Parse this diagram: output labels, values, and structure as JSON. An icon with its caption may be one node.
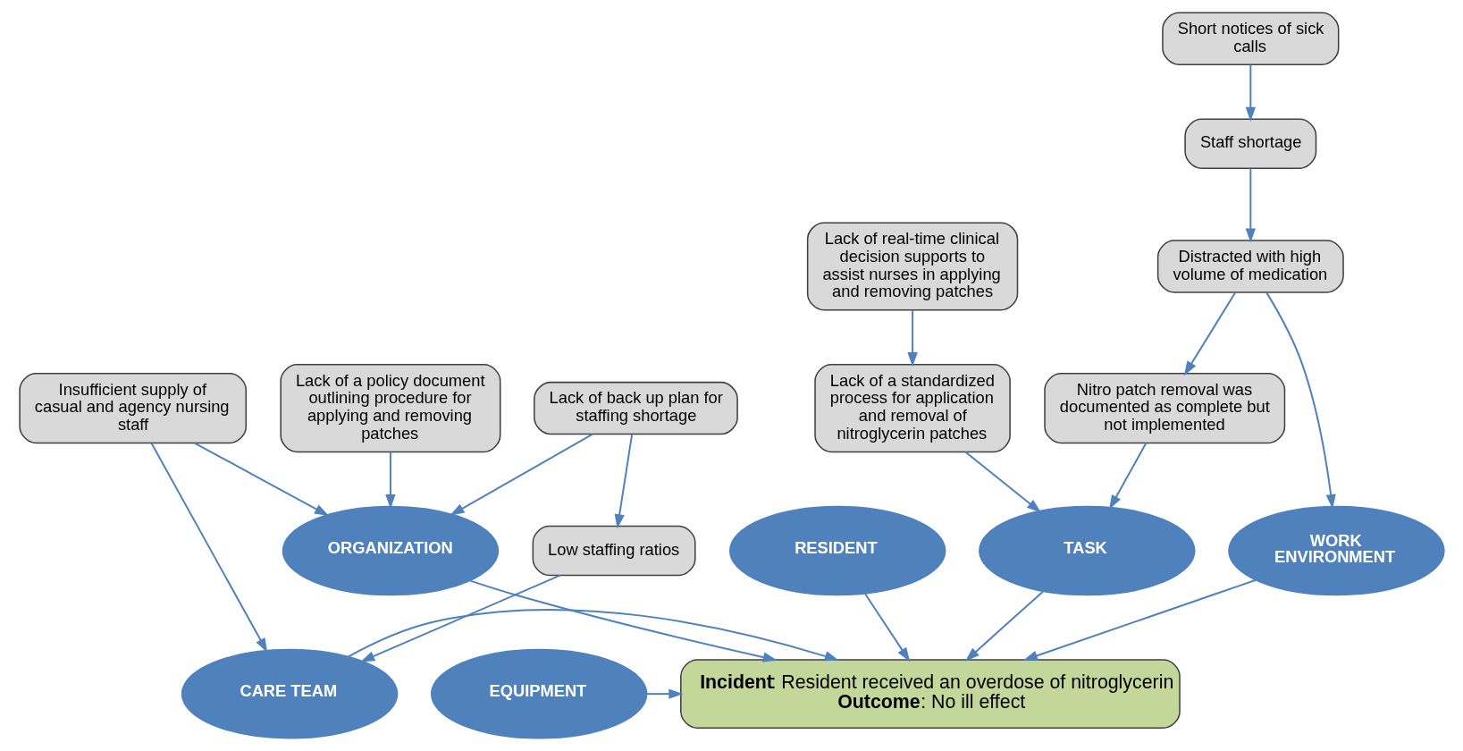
{
  "diagram": {
    "nodes": [
      {
        "text": [
          "Insufficient supply of casual and agency nursing staff"
        ]
      },
      {
        "text": [
          "Lack of a policy document outlining procedure for applying and removing patches"
        ]
      },
      {
        "text": [
          "Lack of back up plan for staffing shortage"
        ]
      },
      {
        "text": [
          "Lack of a standardized process for application and removal of nitroglycerin patches"
        ]
      },
      {
        "text": [
          "Lack of real-time clinical decision supports to assist nurses in applying and removing patches"
        ]
      },
      {
        "text": [
          "Short notices of sick calls"
        ]
      },
      {
        "text": [
          "Staff shortage"
        ]
      },
      {
        "text": [
          "Low staffing ratios"
        ]
      },
      {
        "text": [
          "ORGANIZATION"
        ]
      },
      {
        "text": [
          "TASK"
        ]
      },
      {
        "text": [
          "Nitro patch removal was documented as complete but not implemented"
        ]
      },
      {
        "text": [
          "Distracted with high volume of medication"
        ]
      },
      {
        "text": [
          "CARE TEAM"
        ]
      },
      {
        "text": [
          "**Incident**: Resident received an overdose of nitroglycerin",
          "**Outcome**: No ill effect"
        ]
      },
      {
        "text": [
          "EQUIPMENT"
        ]
      },
      {
        "text": [
          "RESIDENT"
        ]
      },
      {
        "text": [
          "WORK ENVIRONMENT"
        ]
      }
    ],
    "edges": [
      {
        "from": 0,
        "to": 12,
        "arrow": "to"
      },
      {
        "from": 0,
        "to": 8,
        "arrow": "to"
      },
      {
        "from": 1,
        "to": 8,
        "arrow": "to"
      },
      {
        "from": 2,
        "to": 7,
        "arrow": "to"
      },
      {
        "from": 2,
        "to": 8,
        "arrow": "to"
      },
      {
        "from": 7,
        "to": 12,
        "arrow": "to"
      },
      {
        "from": 4,
        "to": 3,
        "arrow": "to"
      },
      {
        "from": 3,
        "to": 9,
        "arrow": "to"
      },
      {
        "from": 5,
        "to": 6,
        "arrow": "to"
      },
      {
        "from": 6,
        "to": 11,
        "arrow": "to"
      },
      {
        "from": 11,
        "to": 10,
        "arrow": "to"
      },
      {
        "from": 10,
        "to": 9,
        "arrow": "to"
      },
      {
        "from": 11,
        "to": 16,
        "arrow": "to"
      },
      {
        "from": 8,
        "to": 13,
        "arrow": "to"
      },
      {
        "from": 9,
        "to": 13,
        "arrow": "to"
      },
      {
        "from": 12,
        "to": 13,
        "arrow": "to"
      },
      {
        "from": 14,
        "to": 13,
        "arrow": "to"
      },
      {
        "from": 15,
        "to": 13,
        "arrow": "to"
      },
      {
        "from": 16,
        "to": 13,
        "arrow": "to"
      }
    ]
  }
}
